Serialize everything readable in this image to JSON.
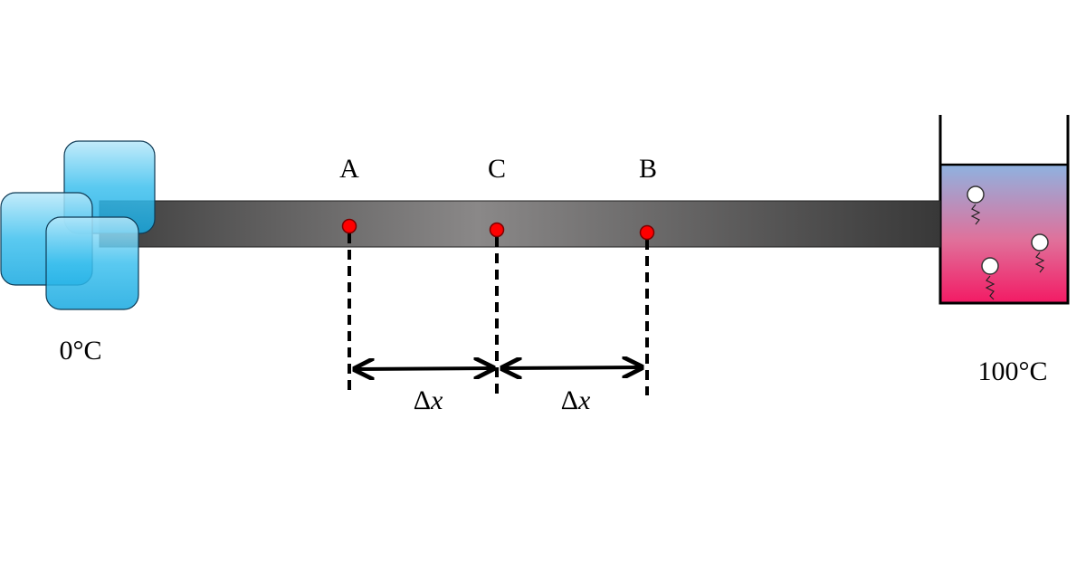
{
  "points": [
    {
      "id": "A",
      "label": "A"
    },
    {
      "id": "C",
      "label": "C"
    },
    {
      "id": "B",
      "label": "B"
    }
  ],
  "spacing": {
    "symbol": "Δ",
    "variable": "x"
  },
  "ends": {
    "left": {
      "temperature": "0°C",
      "medium": "ice-cubes"
    },
    "right": {
      "temperature": "100°C",
      "medium": "boiling-water"
    }
  },
  "colors": {
    "rod_dark": "#3a3a3a",
    "rod_light": "#8a8a8a",
    "ice": "#29b6e8",
    "water_top": "#8fb2e0",
    "water_bottom": "#f0206a",
    "marker": "#ff0000"
  }
}
